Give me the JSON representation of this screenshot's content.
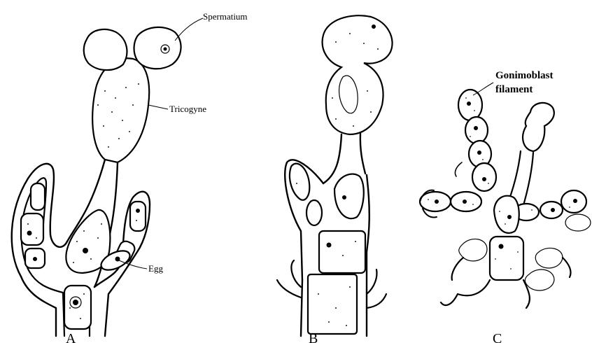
{
  "labels": {
    "spermatium": "Spermatium",
    "tricogyne": "Tricogyne",
    "egg": "Egg",
    "gonimoblast_line1": "Gonimoblast",
    "gonimoblast_line2": "filament"
  },
  "panels": {
    "a": "A",
    "b": "B",
    "c": "C"
  }
}
